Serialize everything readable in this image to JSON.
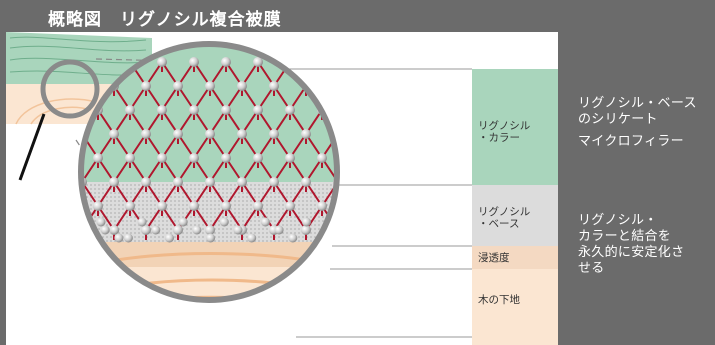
{
  "title": "概略図　リグノシル複合被膜",
  "layers": [
    {
      "label": "リグノシル\n・カラー",
      "color": "#a9d5bc"
    },
    {
      "label": "リグノシル\n・ベース",
      "color": "#dcdcdc"
    },
    {
      "label": "浸透度",
      "color": "#f4d9c2"
    },
    {
      "label": "木の下地",
      "color": "#fbe6d2"
    }
  ],
  "descriptions": {
    "top_line1": "リグノシル・ベース",
    "top_line2": "のシリケート",
    "top_line3": "マイクロフィラー",
    "bottom_line1": "リグノシル・",
    "bottom_line2": "カラーと結合を",
    "bottom_line3": "永久的に安定化さ",
    "bottom_line4": "せる"
  },
  "colors": {
    "background": "#6b6b6b",
    "green": "#a9d5bc",
    "gray_layer": "#dcdcdc",
    "wood": "#fbe6d2",
    "bond": "#b0172e",
    "atom": "#c8c8c8"
  }
}
